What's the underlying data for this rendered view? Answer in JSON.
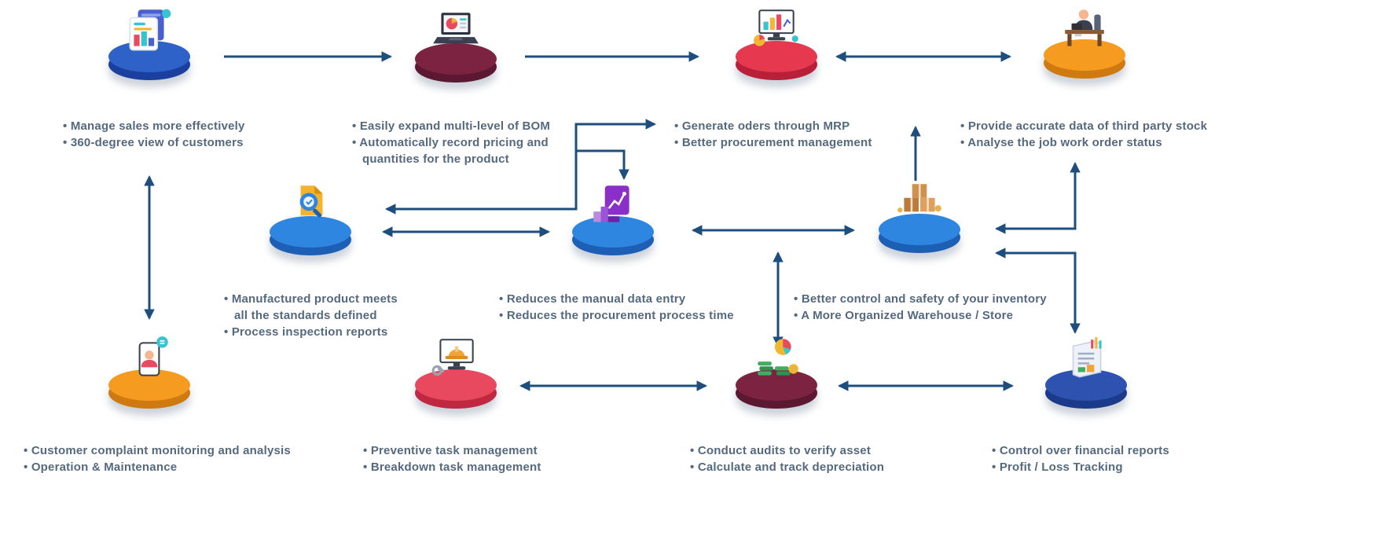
{
  "colors": {
    "arrow": "#1d4e7e",
    "bullet_text": "#55697e"
  },
  "nodes": [
    {
      "id": "sales-crm",
      "icon": "crm-dashboard-icon",
      "platform": {
        "top": "#2e62c9",
        "rim": "#1b3f9e"
      },
      "bullets": [
        "• Manage sales more effectively",
        "• 360-degree view of customers"
      ]
    },
    {
      "id": "bom",
      "icon": "bom-laptop-icon",
      "platform": {
        "top": "#7c2342",
        "rim": "#5c1830"
      },
      "bullets": [
        "• Easily expand multi-level of BOM",
        "• Automatically record pricing and quantities for the product"
      ]
    },
    {
      "id": "mrp",
      "icon": "mrp-monitor-icon",
      "platform": {
        "top": "#e6394f",
        "rim": "#b81f38"
      },
      "bullets": [
        "• Generate oders through MRP",
        "• Better procurement management"
      ]
    },
    {
      "id": "job-work",
      "icon": "job-work-desk-icon",
      "platform": {
        "top": "#f59b20",
        "rim": "#cf7a10"
      },
      "bullets": [
        "• Provide accurate data of third party stock",
        "• Analyse the job work order status"
      ]
    },
    {
      "id": "quality",
      "icon": "quality-check-icon",
      "platform": {
        "top": "#2f86e0",
        "rim": "#1d5fb4"
      },
      "bullets": [
        "• Manufactured product meets all the standards defined",
        "• Process inspection reports"
      ]
    },
    {
      "id": "procurement",
      "icon": "procurement-data-icon",
      "platform": {
        "top": "#2f86e0",
        "rim": "#1d5fb4"
      },
      "bullets": [
        "• Reduces the manual data entry",
        "• Reduces the procurement process time"
      ]
    },
    {
      "id": "inventory",
      "icon": "inventory-boxes-icon",
      "platform": {
        "top": "#2f86e0",
        "rim": "#1d5fb4"
      },
      "bullets": [
        "• Better control and safety of your inventory",
        "• A More Organized Warehouse / Store"
      ]
    },
    {
      "id": "customer-complaint",
      "icon": "complaint-support-icon",
      "platform": {
        "top": "#f59b20",
        "rim": "#cf7a10"
      },
      "bullets": [
        "• Customer complaint monitoring and analysis",
        "• Operation & Maintenance"
      ]
    },
    {
      "id": "maintenance",
      "icon": "maintenance-task-icon",
      "platform": {
        "top": "#e8495f",
        "rim": "#bf2840"
      },
      "bullets": [
        "• Preventive task management",
        "• Breakdown task management"
      ]
    },
    {
      "id": "asset-audit",
      "icon": "asset-audit-icon",
      "platform": {
        "top": "#7c2342",
        "rim": "#5c1830"
      },
      "bullets": [
        "• Conduct audits to verify asset",
        "• Calculate and track depreciation"
      ]
    },
    {
      "id": "finance",
      "icon": "finance-report-icon",
      "platform": {
        "top": "#2d52b0",
        "rim": "#1c3a8a"
      },
      "bullets": [
        "• Control over financial reports",
        "• Profit / Loss Tracking"
      ]
    }
  ]
}
